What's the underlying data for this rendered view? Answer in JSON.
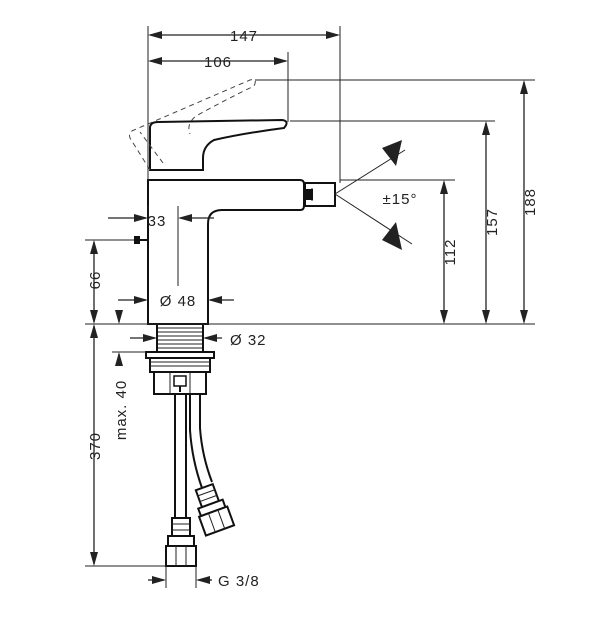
{
  "dimensions": {
    "width_overall": "147",
    "width_lever": "106",
    "height_total": "188",
    "height_lever": "157",
    "height_spout": "112",
    "spout_angle": "±15°",
    "spout_offset": "33",
    "popup_height": "66",
    "body_diameter": "Ø 48",
    "hole_diameter": "Ø 32",
    "max_thickness": "max. 40",
    "hose_length": "370",
    "connection_thread": "G 3/8"
  },
  "colors": {
    "line": "#222222",
    "background": "#ffffff"
  }
}
